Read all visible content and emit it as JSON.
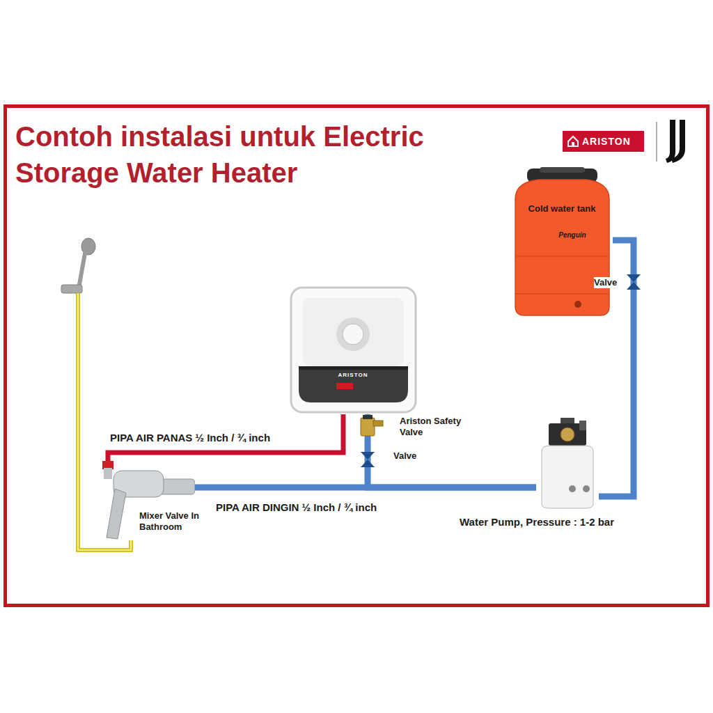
{
  "diagram": {
    "title": "Contoh instalasi untuk Electric Storage Water Heater",
    "nodes": [
      {
        "text": [
          "Cold water tank",
          "Penguin"
        ]
      },
      {
        "text": [
          "Water Pump, Pressure : 1-2 bar"
        ]
      },
      {
        "text": [
          "ARISTON"
        ]
      },
      {
        "text": [
          "Mixer Valve In Bathroom"
        ]
      }
    ],
    "edges": [
      {
        "from": 0,
        "to": 1,
        "arrow": "none",
        "label": "Valve"
      },
      {
        "from": 1,
        "to": 3,
        "arrow": "none",
        "label": "PIPA AIR DINGIN ½ Inch / ¾ inch"
      },
      {
        "from": 1,
        "to": 2,
        "arrow": "none",
        "label": "Valve"
      },
      {
        "from": 2,
        "to": 3,
        "arrow": "none",
        "label": "PIPA AIR PANAS ½ Inch / ¾ inch"
      }
    ],
    "labels": [
      "ARISTON",
      "Ariston Safety Valve"
    ]
  }
}
